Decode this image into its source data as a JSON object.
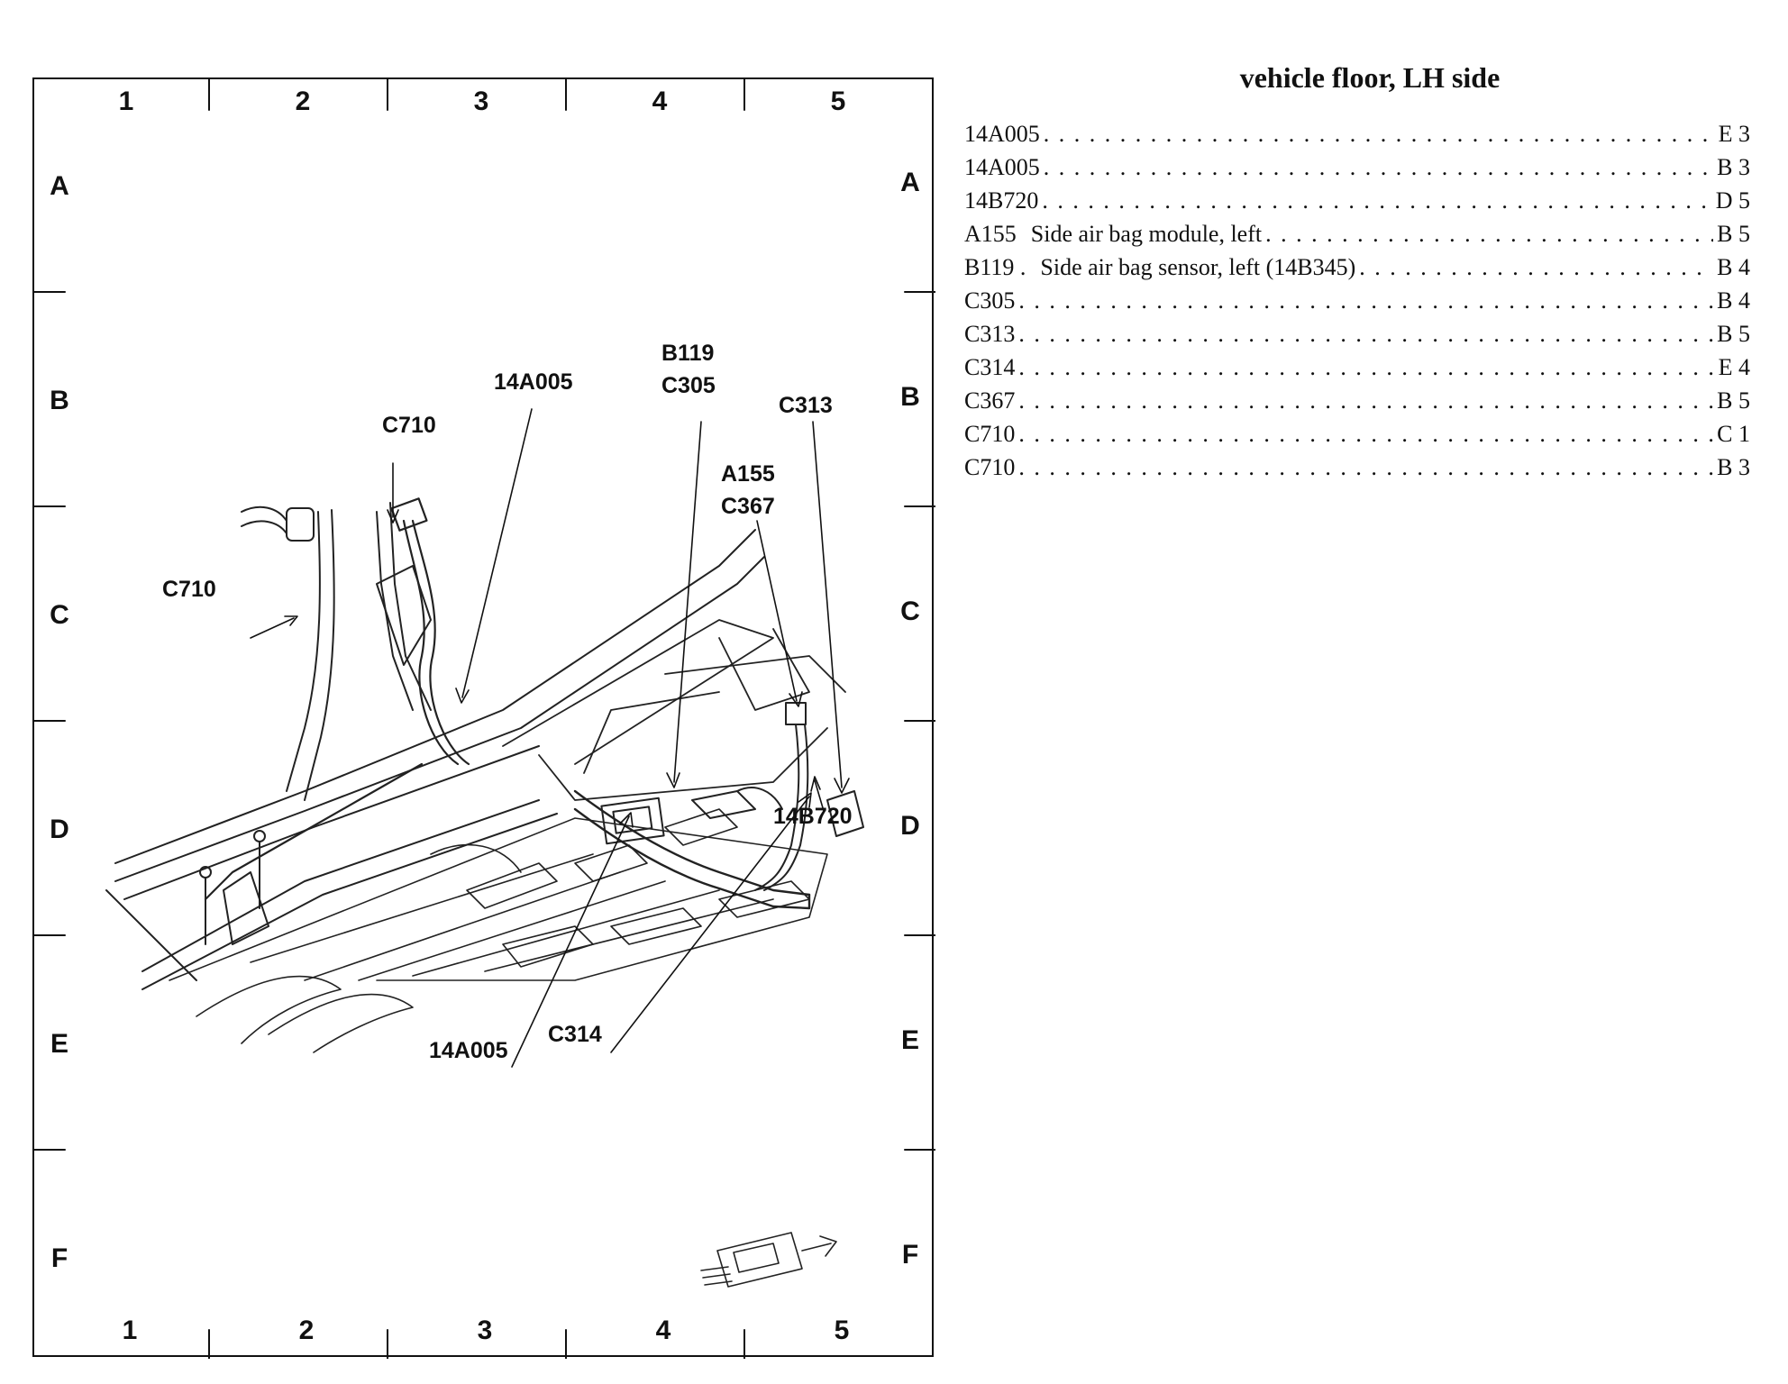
{
  "legend": {
    "title": "vehicle floor, LH side",
    "entries": [
      {
        "code": "14A005",
        "description": "",
        "location": "E 3"
      },
      {
        "code": "14A005",
        "description": "",
        "location": "B 3"
      },
      {
        "code": "14B720",
        "description": "",
        "location": "D 5"
      },
      {
        "code": "A155",
        "description": "Side air bag module, left",
        "location": "B 5"
      },
      {
        "code": "B119 .",
        "description": "Side air bag sensor, left (14B345)",
        "location": "B 4"
      },
      {
        "code": "C305",
        "description": "",
        "location": "B 4"
      },
      {
        "code": "C313",
        "description": "",
        "location": "B 5"
      },
      {
        "code": "C314",
        "description": "",
        "location": "E 4"
      },
      {
        "code": "C367",
        "description": "",
        "location": "B 5"
      },
      {
        "code": "C710",
        "description": "",
        "location": "C 1"
      },
      {
        "code": "C710",
        "description": "",
        "location": "B 3"
      }
    ]
  },
  "diagram": {
    "columns": [
      "1",
      "2",
      "3",
      "4",
      "5"
    ],
    "rows": [
      "A",
      "B",
      "C",
      "D",
      "E",
      "F"
    ],
    "callouts": {
      "c710_upper": "C710",
      "c710_left": "C710",
      "a14005_upper": "14A005",
      "b119": "B119",
      "c305": "C305",
      "c313": "C313",
      "a155": "A155",
      "c367": "C367",
      "b14720": "14B720",
      "a14005_lower": "14A005",
      "c314": "C314"
    }
  }
}
